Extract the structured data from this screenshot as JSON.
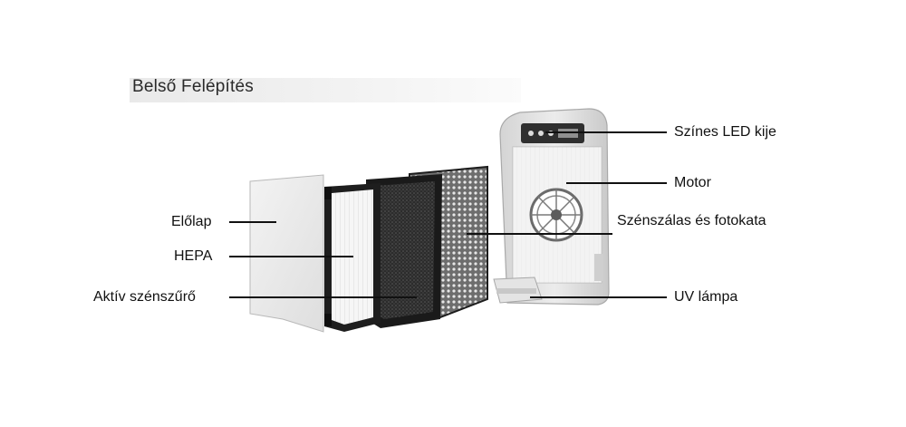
{
  "diagram": {
    "title": "Belső Felépítés",
    "labels": {
      "front_panel": "Előlap",
      "hepa": "HEPA",
      "activated_carbon": "Aktív szénszűrő",
      "led_display": "Színes LED kije",
      "motor": "Motor",
      "carbon_fiber": "Szénszálas és fotokata",
      "uv_lamp": "UV lámpa"
    }
  }
}
